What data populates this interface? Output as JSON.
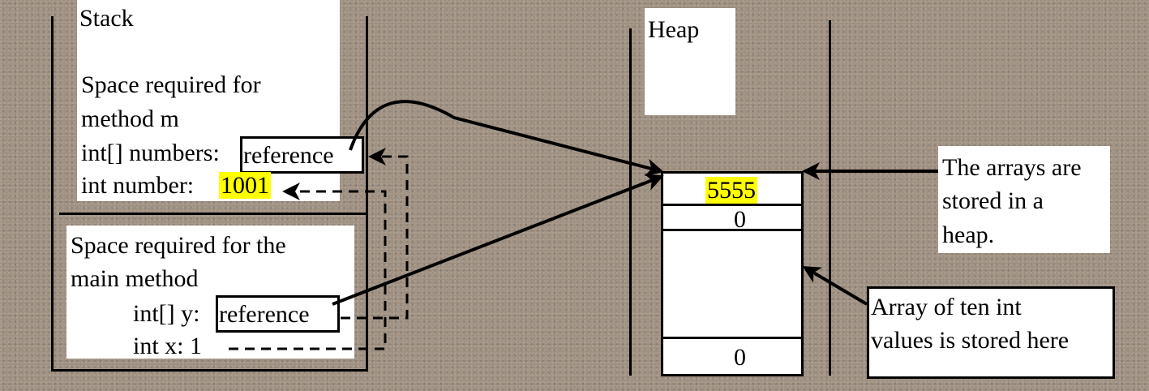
{
  "stack": {
    "title": "Stack",
    "frame_m": {
      "line1": "Space required for",
      "line2": "method m",
      "numbers_label": "int[] numbers:",
      "numbers_value": "reference",
      "number_label": "int number:",
      "number_value": "1001"
    },
    "frame_main": {
      "line1": "Space required for the",
      "line2": "main method",
      "y_label": "int[] y:",
      "y_value": "reference",
      "x_label": "int x: 1"
    }
  },
  "heap": {
    "title": "Heap",
    "cells": [
      "5555",
      "0",
      "0"
    ]
  },
  "notes": {
    "arrays_stored": [
      "The arrays are",
      "stored in a",
      "heap."
    ],
    "array_values": [
      "Array of ten int",
      "values is stored here"
    ]
  },
  "colors": {
    "highlight": "#ffff00",
    "background": "#9e8f80"
  }
}
